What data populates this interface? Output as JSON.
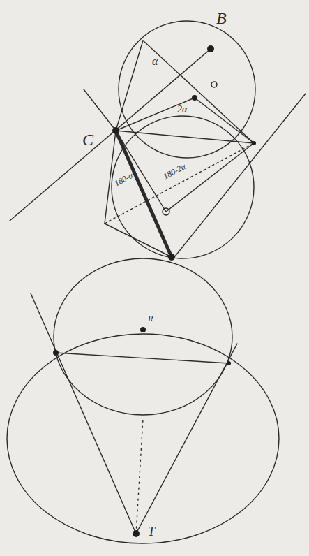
{
  "diagram": {
    "labels": [
      "B",
      "α",
      "2α",
      "C",
      "180-α",
      "180-2α",
      "R",
      "T"
    ]
  }
}
